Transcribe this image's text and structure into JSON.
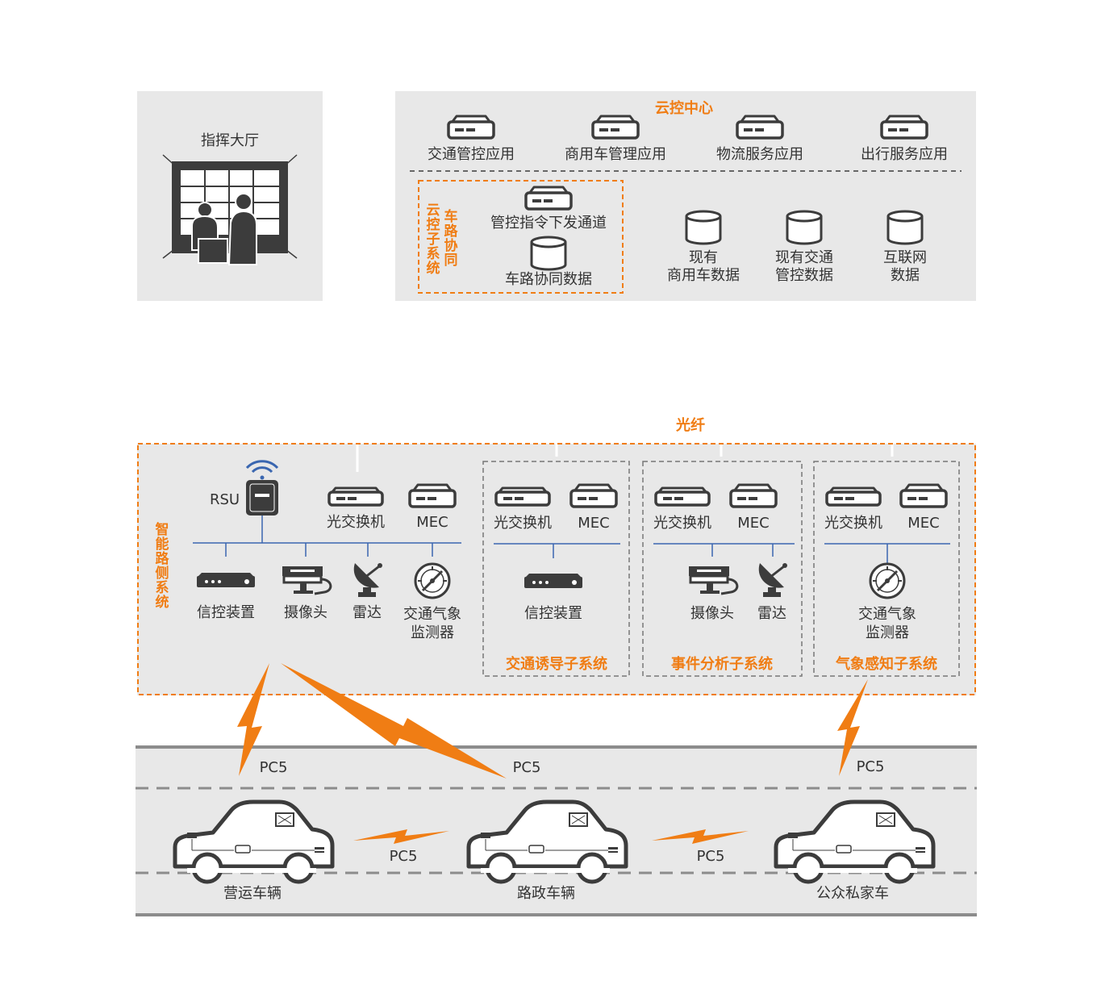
{
  "command_hall": {
    "title": "指挥大厅"
  },
  "cloud": {
    "title": "云控中心",
    "apps": [
      "交通管控应用",
      "商用车管理应用",
      "物流服务应用",
      "出行服务应用"
    ],
    "subsystem_title_left": "云控子系统",
    "subsystem_title_right": "车路协同",
    "channel": "管控指令下发通道",
    "v2x_data": "车路协同数据",
    "data1_line1": "现有",
    "data1_line2": "商用车数据",
    "data2_line1": "现有交通",
    "data2_line2": "管控数据",
    "data3_line1": "互联网",
    "data3_line2": "数据"
  },
  "fiber": {
    "label": "光纤"
  },
  "roadside": {
    "title": "智能路侧系统",
    "rsu": "RSU",
    "switch": "光交换机",
    "mec": "MEC",
    "signal": "信控装置",
    "camera": "摄像头",
    "radar": "雷达",
    "weather_line1": "交通气象",
    "weather_line2": "监测器",
    "sub1": "交通诱导子系统",
    "sub2": "事件分析子系统",
    "sub3": "气象感知子系统"
  },
  "links": {
    "pc5": "PC5"
  },
  "vehicles": [
    "营运车辆",
    "路政车辆",
    "公众私家车"
  ],
  "colors": {
    "orange": "#f07d14",
    "blue": "#3a66b0",
    "dark": "#3c3c3c",
    "panel": "#e8e8e8"
  }
}
